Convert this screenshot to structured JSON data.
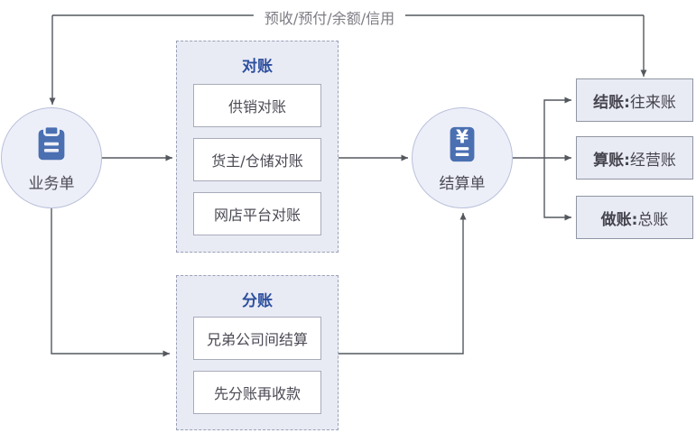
{
  "diagram": {
    "top_label": "预收/预付/余额/信用",
    "business_node": {
      "label": "业务单"
    },
    "settlement_node": {
      "label": "结算单"
    },
    "reconciliation_group": {
      "title": "对账",
      "items": [
        "供销对账",
        "货主/仓储对账",
        "网店平台对账"
      ]
    },
    "split_group": {
      "title": "分账",
      "items": [
        "兄弟公司间结算",
        "先分账再收款"
      ]
    },
    "outputs": [
      {
        "prefix": "结账:",
        "label": "往来账"
      },
      {
        "prefix": "算账:",
        "label": "经营账"
      },
      {
        "prefix": "做账:",
        "label": "总账"
      }
    ],
    "colors": {
      "accent_blue": "#2d4f9e",
      "icon_blue": "#4a70b2",
      "group_fill": "#e9ebf4",
      "node_fill": "#edeff8",
      "line": "#54585e"
    }
  }
}
